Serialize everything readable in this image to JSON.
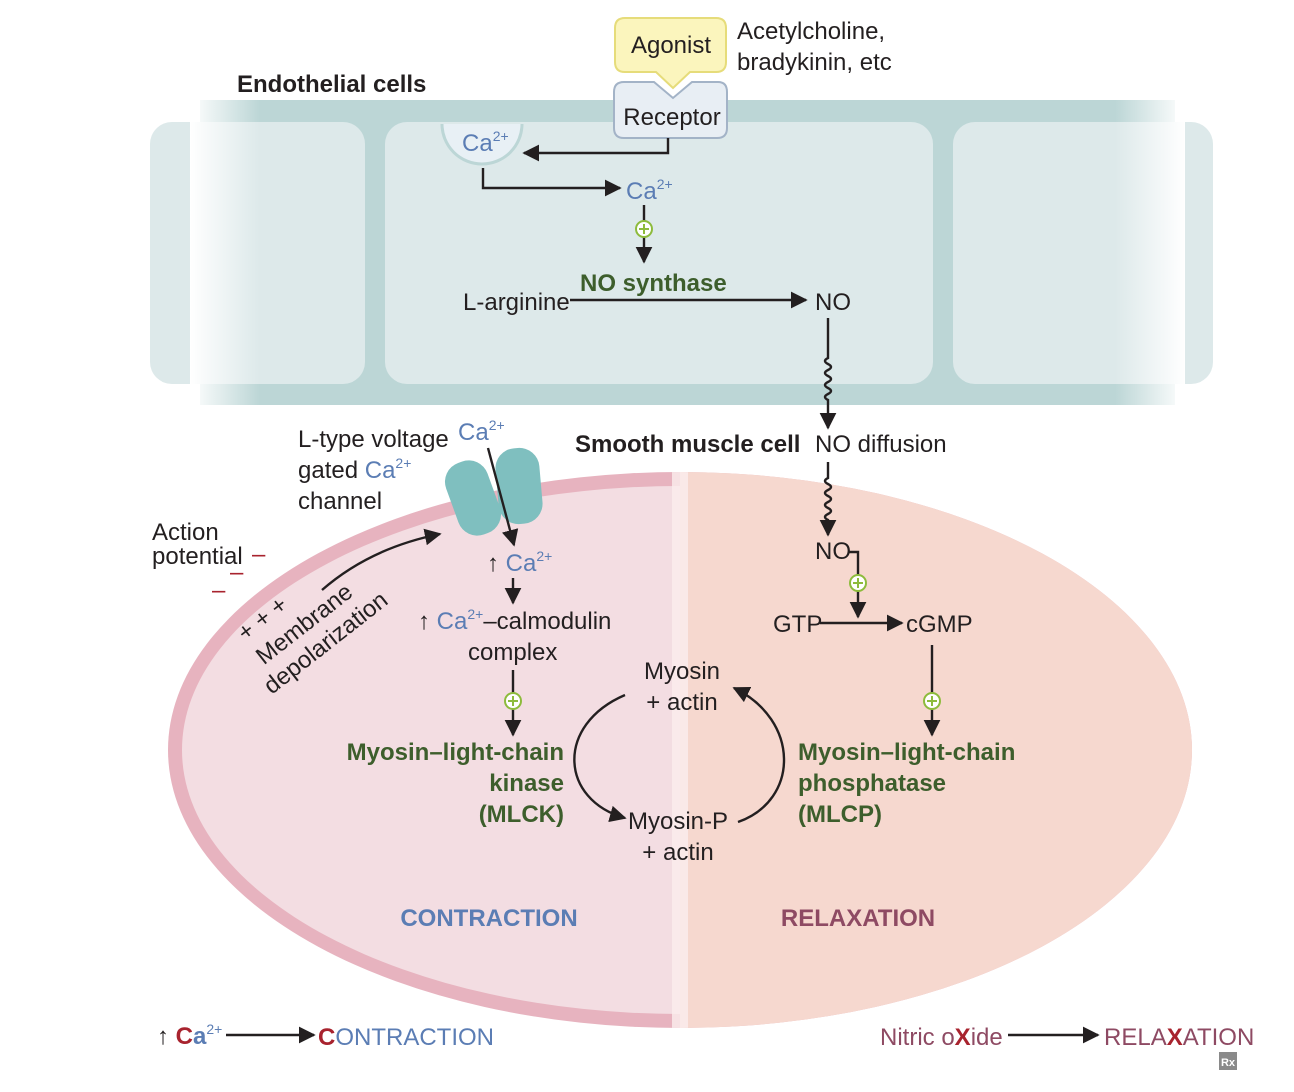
{
  "endothelial": {
    "title": "Endothelial cells",
    "agonist": "Agonist",
    "agonist_examples_line1": "Acetylcholine,",
    "agonist_examples_line2": "bradykinin, etc",
    "receptor": "Receptor",
    "ca_store": "Ca",
    "ca_cytosol": "Ca",
    "ca_charge": "2+",
    "l_arginine": "L-arginine",
    "enzyme": "NO synthase",
    "product": "NO"
  },
  "smooth_muscle": {
    "title": "Smooth muscle cell",
    "no_diffusion": "NO diffusion",
    "channel_line1": "L-type voltage",
    "channel_line2_prefix": "gated",
    "channel_line2_ca": "Ca",
    "channel_line3": "channel",
    "ca_ext": "Ca",
    "ca_charge": "2+",
    "action_potential_line1": "Action",
    "action_potential_line2": "potential",
    "minus": "–",
    "plus_signs": "+ + +",
    "membrane_line1": "Membrane",
    "membrane_line2": "depolarization",
    "up_arrow": "↑",
    "ca_up": "Ca",
    "calmodulin_suffix": "–calmodulin",
    "calmodulin_line2": "complex",
    "mlck_line1": "Myosin–light-chain",
    "mlck_line2": "kinase",
    "mlck_line3": "(MLCK)",
    "myosin_line1": "Myosin",
    "myosin_line2": "+ actin",
    "myosin_p_line1": "Myosin-P",
    "myosin_p_line2": "+ actin",
    "no": "NO",
    "gtp": "GTP",
    "cgmp": "cGMP",
    "mlcp_line1": "Myosin–light-chain",
    "mlcp_line2": "phosphatase",
    "mlcp_line3": "(MLCP)",
    "contraction": "CONTRACTION",
    "relaxation": "RELAXATION",
    "stim_symbol": "+"
  },
  "mnemonics": {
    "left_up": "↑",
    "left_c": "C",
    "left_a": "a",
    "left_charge": "2+",
    "left_first": "C",
    "left_rest": "ONTRACTION",
    "right_part1": "Nitric o",
    "right_x": "X",
    "right_part2": "ide",
    "right_relax1": "RELA",
    "right_relax_x": "X",
    "right_relax2": "ATION",
    "rx_logo": "Rx"
  },
  "colors": {
    "endothelium_fill": "#dde9ea",
    "endothelium_border": "#bcd6d6",
    "cell_left_fill": "#f3dde2",
    "cell_right_fill": "#f6d8cf",
    "cell_border": "#e7b3bf",
    "channel": "#7fbfbf",
    "agonist_fill": "#fbf5bd",
    "agonist_border": "#e6dc7a",
    "receptor_fill": "#e8eef4",
    "receptor_border": "#a3b3c7",
    "ca_blue": "#5b7db4",
    "enzyme_green": "#3d5e2c",
    "contraction_blue": "#5b7db4",
    "relaxation_mauve": "#8e4a63",
    "accent_red": "#a8232e",
    "stim_green": "#8dbb3c"
  }
}
